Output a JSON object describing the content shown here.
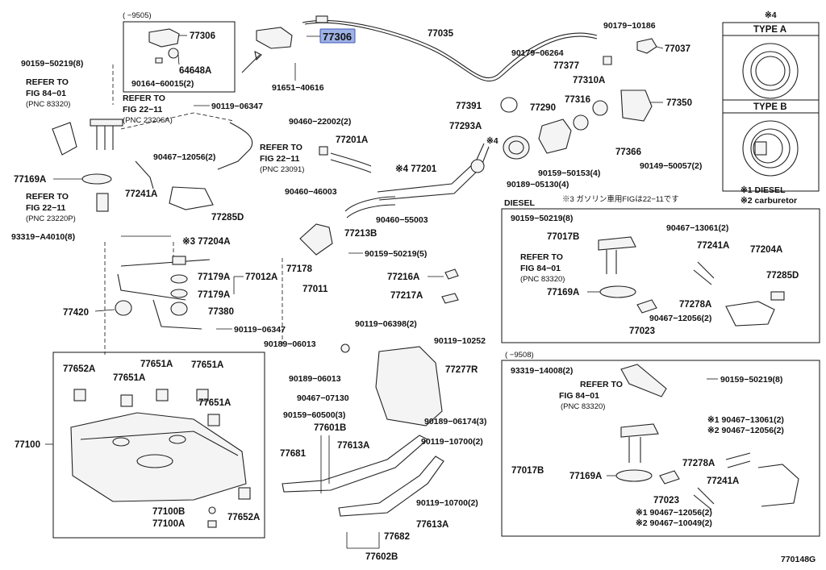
{
  "diagram_code": "770148G",
  "highlighted_part": "77306",
  "labels": {
    "p77306_box": "77306",
    "p64648A": "64648A",
    "p90164": "90164−60015(2)",
    "box_top_left_header": "( −9505)",
    "p77306_hl": "77306",
    "p91651": "91651−40616",
    "p77035": "77035",
    "p90179_10186": "90179−10186",
    "p90179_06264": "90179−06264",
    "p77037": "77037",
    "p77377": "77377",
    "p77310A": "77310A",
    "p90159_50219_8_top": "90159−50219(8)",
    "refer_84_01_a": "REFER TO",
    "refer_84_01_b": "FIG 84−01",
    "refer_84_01_c": "(PNC 83320)",
    "refer_22_11_a1": "REFER TO",
    "refer_22_11_a2": "FIG 22−11",
    "refer_22_11_a3": "(PNC 23206A)",
    "p90119_06347_top": "90119−06347",
    "refer_22_11_b1": "REFER TO",
    "refer_22_11_b2": "FIG 22−11",
    "refer_22_11_b3": "(PNC 23091)",
    "p90467_12056_2": "90467−12056(2)",
    "p77169A": "77169A",
    "p77241A": "77241A",
    "refer_22_11_c1": "REFER TO",
    "refer_22_11_c2": "FIG 22−11",
    "refer_22_11_c3": "(PNC 23220P)",
    "p77285D": "77285D",
    "p93319": "93319−A4010(8)",
    "p77204A": "※3 77204A",
    "p77179A_1": "77179A",
    "p77012A": "77012A",
    "p77179A_2": "77179A",
    "p77420": "77420",
    "p77380": "77380",
    "p90119_06347_mid": "90119−06347",
    "p90460_22002": "90460−22002(2)",
    "p77201A": "77201A",
    "p477201": "※4 77201",
    "p90460_46003": "90460−46003",
    "p90460_55003": "90460−55003",
    "p77213B": "77213B",
    "p90159_50219_5": "90159−50219(5)",
    "p77178": "77178",
    "p77011": "77011",
    "p77216A": "77216A",
    "p77217A": "77217A",
    "p90119_06398": "90119−06398(2)",
    "p90119_10252": "90119−10252",
    "p77391": "77391",
    "p77290": "77290",
    "p77316": "77316",
    "p77350": "77350",
    "p77293A": "77293A",
    "note4": "※4",
    "p77366": "77366",
    "p90149": "90149−50057(2)",
    "p90159_50153": "90159−50153(4)",
    "p90189_05130": "90189−05130(4)",
    "type_header": "※4",
    "type_a": "TYPE A",
    "type_b": "TYPE B",
    "note1": "※1  DIESEL",
    "note2": "※2  carburetor",
    "diesel": "DIESEL",
    "note3": "※3  ガソリン車用FIGは22−11です",
    "d_90159_50219_8": "90159−50219(8)",
    "d_90467_13061": "90467−13061(2)",
    "d_77017B": "77017B",
    "d_77241A": "77241A",
    "d_77204A": "77204A",
    "d_refer_a": "REFER TO",
    "d_refer_b": "FIG 84−01",
    "d_refer_c": "(PNC 83320)",
    "d_77285D": "77285D",
    "d_77169A": "77169A",
    "d_77278A": "77278A",
    "d_90467_12056": "90467−12056(2)",
    "d_77023": "77023",
    "p90189_06013_a": "90189−06013",
    "p90189_06013_b": "90189−06013",
    "p77277R": "77277R",
    "p90467_07130": "90467−07130",
    "p90159_60500": "90159−60500(3)",
    "p90189_06174": "90189−06174(3)",
    "p77601B": "77601B",
    "p77681": "77681",
    "p77613A_1": "77613A",
    "p90119_10700_a": "90119−10700(2)",
    "p90119_10700_b": "90119−10700(2)",
    "p77682": "77682",
    "p77613A_2": "77613A",
    "p77602B": "77602B",
    "p77652A_1": "77652A",
    "p77651A_1": "77651A",
    "p77651A_2": "77651A",
    "p77651A_3": "77651A",
    "p77651A_4": "77651A",
    "p77100": "77100",
    "p77100B": "77100B",
    "p77100A": "77100A",
    "p77652A_2": "77652A",
    "c_header": "( −9508)",
    "c_93319": "93319−14008(2)",
    "c_90159": "90159−50219(8)",
    "c_refer_a": "REFER TO",
    "c_refer_b": "FIG 84−01",
    "c_refer_c": "(PNC 83320)",
    "c_n1": "※1 90467−13061(2)",
    "c_n2": "※2 90467−12056(2)",
    "c_77017B": "77017B",
    "c_77278A": "77278A",
    "c_77169A": "77169A",
    "c_77241A": "77241A",
    "c_77023": "77023",
    "c_n3": "※1 90467−12056(2)",
    "c_n4": "※2 90467−10049(2)"
  }
}
